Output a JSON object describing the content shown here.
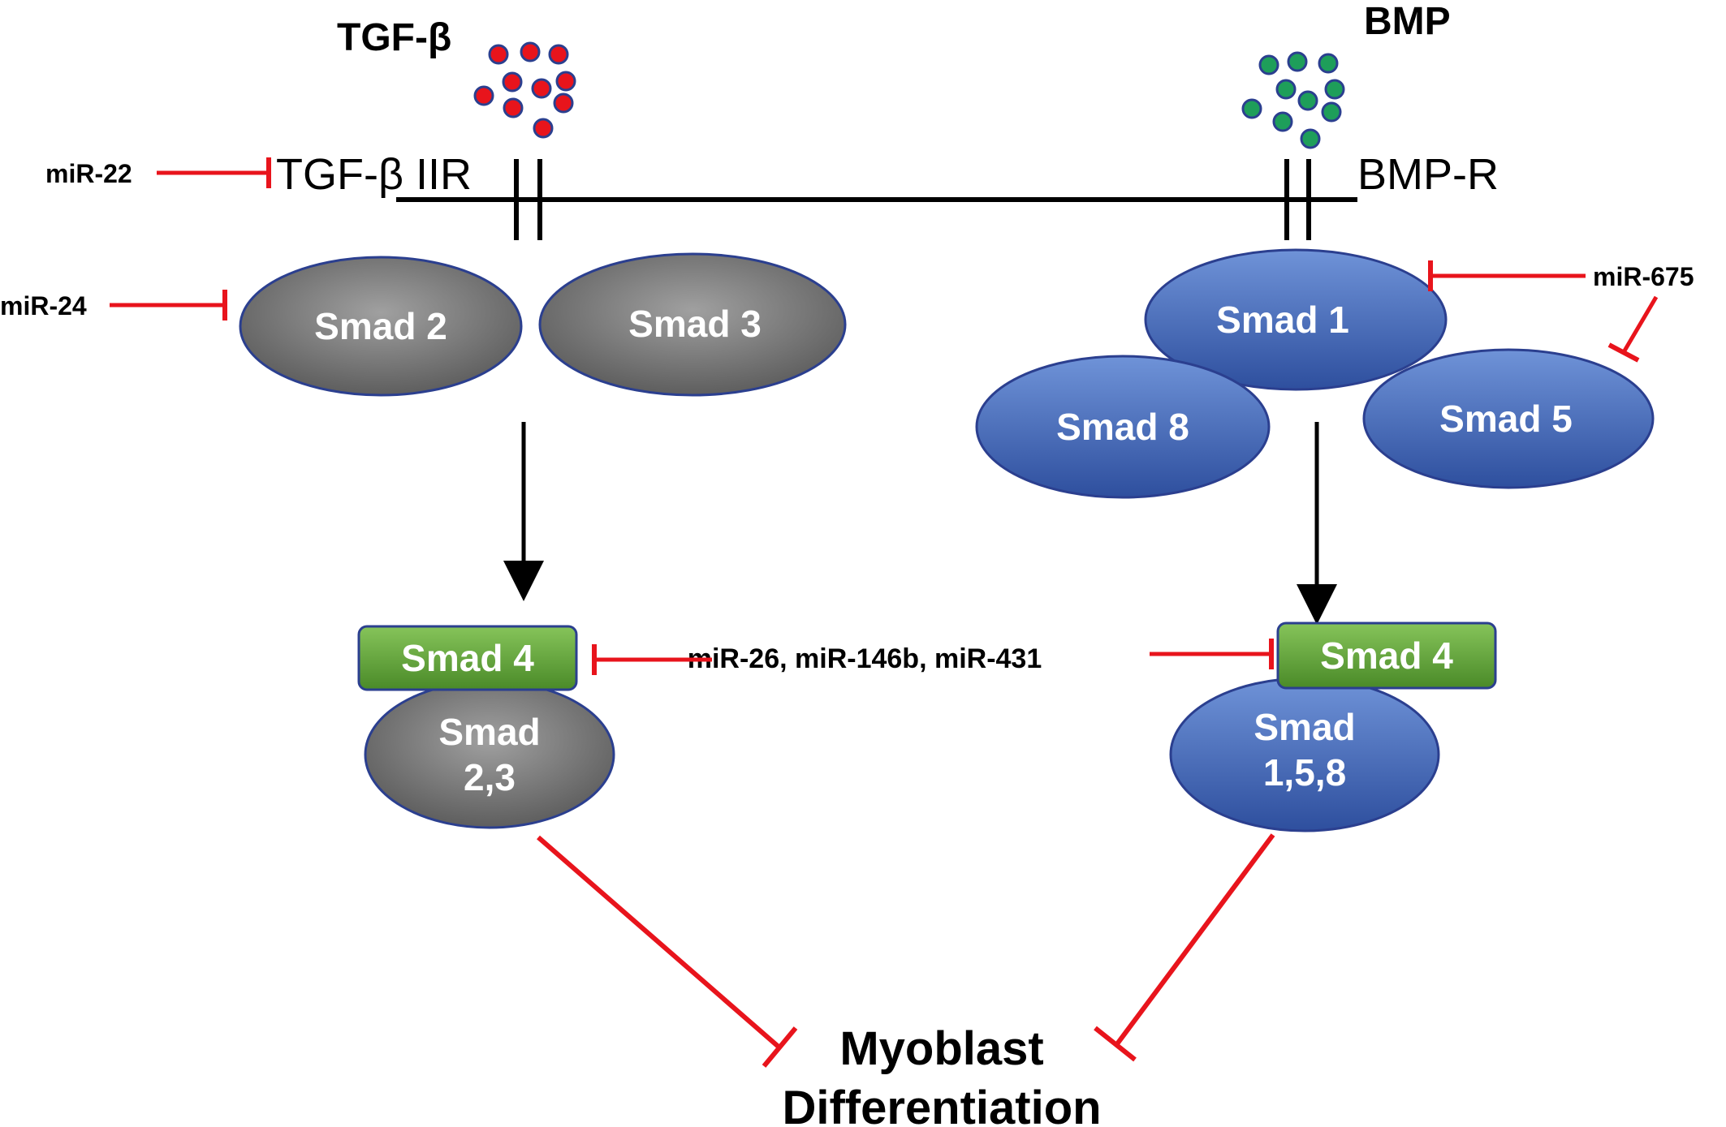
{
  "ligands": {
    "tgf": {
      "label": "TGF-β",
      "color": "#e8141c"
    },
    "bmp": {
      "label": "BMP",
      "color": "#1e9e5a"
    }
  },
  "receptors": {
    "tgf": "TGF-β IIR",
    "bmp": "BMP-R"
  },
  "mirnas": {
    "mir22": "miR-22",
    "mir24": "miR-24",
    "mir675": "miR-675",
    "mir_smad4": "miR-26, miR-146b, miR-431"
  },
  "smads": {
    "smad2": "Smad 2",
    "smad3": "Smad 3",
    "smad1": "Smad 1",
    "smad8": "Smad 8",
    "smad5": "Smad 5",
    "smad4_left": "Smad 4",
    "smad4_right": "Smad 4",
    "smad23_line1": "Smad",
    "smad23_line2": "2,3",
    "smad158_line1": "Smad",
    "smad158_line2": "1,5,8"
  },
  "outcome": {
    "line1": "Myoblast",
    "line2": "Differentiation"
  },
  "colors": {
    "inhibition": "#e8141c",
    "smad_gray": "#6e6e6e",
    "smad_blue": "#3d63b5",
    "smad4_green": "#5a9a32"
  }
}
